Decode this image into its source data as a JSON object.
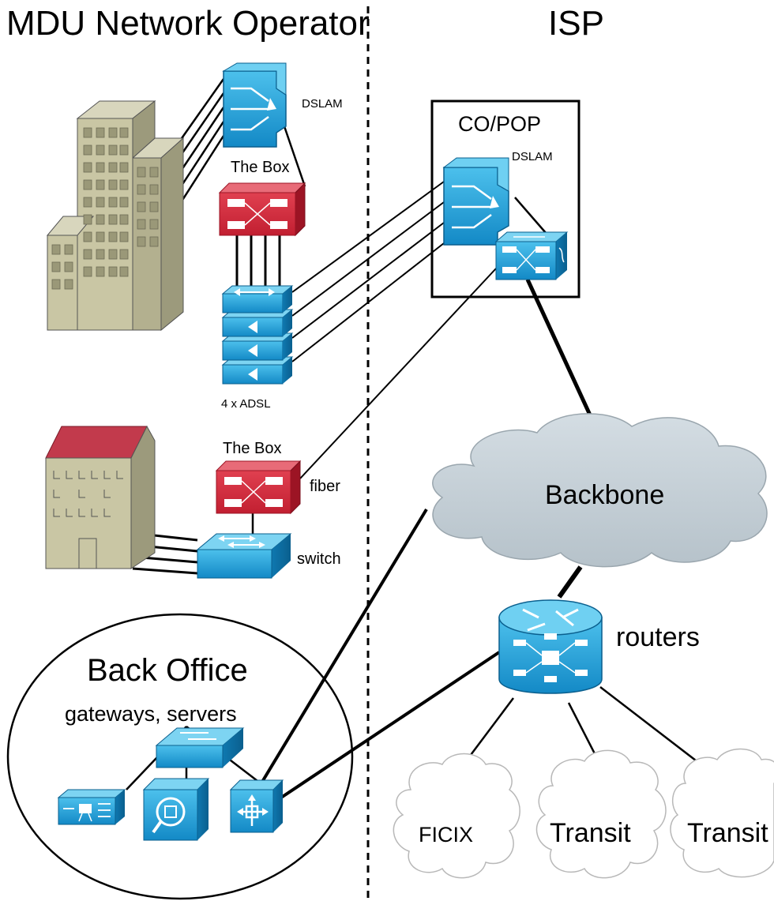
{
  "sections": {
    "left_title": "MDU Network Operator",
    "right_title": "ISP"
  },
  "co_pop": {
    "title": "CO/POP",
    "dslam_label": "DSLAM"
  },
  "mdu1": {
    "dslam_label": "DSLAM",
    "box_label": "The Box",
    "adsl_label": "4 x ADSL"
  },
  "mdu2": {
    "box_label": "The Box",
    "fiber_label": "fiber",
    "switch_label": "switch"
  },
  "backbone": {
    "label": "Backbone"
  },
  "routers": {
    "label": "routers"
  },
  "back_office": {
    "title": "Back Office",
    "subtitle": "gateways, servers"
  },
  "peers": {
    "left": "FICIX",
    "middle": "Transit",
    "right": "Transit"
  },
  "colors": {
    "device_blue": "#1a9ad6",
    "device_blue_light": "#4cc0ec",
    "device_blue_dark": "#0c6fa3",
    "box_red": "#d42a3a",
    "box_red_dark": "#9c1424",
    "building_tan": "#c9c6a4",
    "building_roof": "#c23a4c",
    "cloud_gray": "#c8d2d9"
  }
}
